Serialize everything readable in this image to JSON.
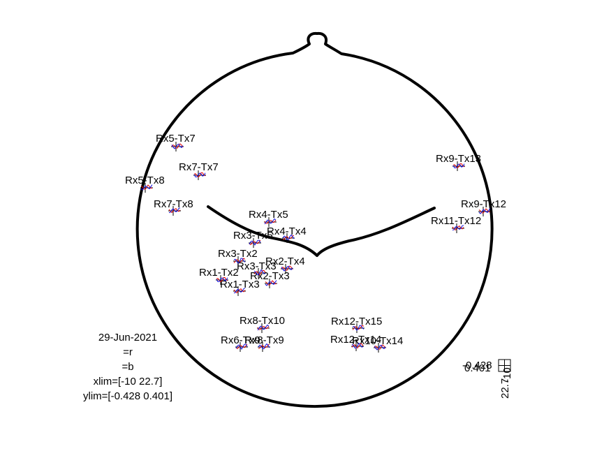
{
  "channels": [
    {
      "label": "Rx5-Tx7"
    },
    {
      "label": "Rx7-Tx7"
    },
    {
      "label": "Rx5-Tx8"
    },
    {
      "label": "Rx7-Tx8"
    },
    {
      "label": "Rx4-Tx5"
    },
    {
      "label": "Rx3-Tx5"
    },
    {
      "label": "Rx4-Tx4"
    },
    {
      "label": "Rx3-Tx2"
    },
    {
      "label": "Rx3-Tx3"
    },
    {
      "label": "Rx2-Tx4"
    },
    {
      "label": "Rx1-Tx2"
    },
    {
      "label": "Rx2-Tx3"
    },
    {
      "label": "Rx1-Tx3"
    },
    {
      "label": "Rx8-Tx10"
    },
    {
      "label": "Rx6-Tx9"
    },
    {
      "label": "Rx8-Tx9"
    },
    {
      "label": "Rx12-Tx15"
    },
    {
      "label": "Rx12-Tx14"
    },
    {
      "label": "Rx10-Tx14"
    },
    {
      "label": "Rx9-Tx13"
    },
    {
      "label": "Rx9-Tx12"
    },
    {
      "label": "Rx11-Tx12"
    }
  ],
  "info": {
    "date": "29-Jun-2021",
    "red_legend": "=r",
    "blue_legend": "=b",
    "xlim": "xlim=[-10 22.7]",
    "ylim": "ylim=[-0.428 0.401]"
  },
  "scale": {
    "top_value": "-0.428",
    "bottom_value": "0.401",
    "x_min": "-10",
    "x_max": "22.7"
  },
  "colors": {
    "outline": "#000000",
    "series_red": "#e00000",
    "series_blue": "#1010e0"
  }
}
